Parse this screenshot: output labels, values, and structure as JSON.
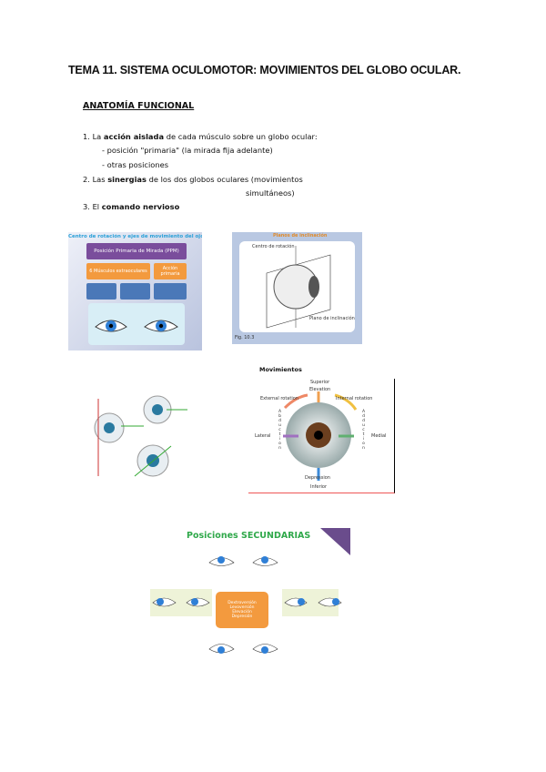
{
  "title": "TEMA 11. SISTEMA OCULOMOTOR: MOVIMIENTOS DEL GLOBO OCULAR.",
  "section": "ANATOMÍA FUNCIONAL",
  "list": [
    {
      "n": "1.",
      "pre": "La ",
      "bold": "acción aislada",
      "post": " de cada músculo sobre un globo ocular:"
    },
    {
      "sub": "- posición \"primaria\" (la mirada fija adelante)"
    },
    {
      "sub": "- otras posiciones"
    },
    {
      "n": "2.",
      "pre": "Las ",
      "bold": "sinergias",
      "post": " de los dos globos oculares (movimientos"
    },
    {
      "cont": "simultáneos)"
    },
    {
      "n": "3.",
      "pre": "El ",
      "bold": "comando nervioso",
      "post": ""
    }
  ],
  "fig1": {
    "title": "Centro de rotación y ejes de movimiento del ojo",
    "ppm": "Posición Primaria de Mirada (PPM)",
    "muscles": "6 Músculos extraoculares",
    "action": "Acción primaria"
  },
  "fig2": {
    "title": "Planos de inclinación",
    "center": "Centro de rotación",
    "plane": "Plano de inclinación",
    "caption": "Fig. 10.3"
  },
  "movements_label": "Movimientos",
  "fig4": {
    "superior": "Superior",
    "elevation": "Elevation",
    "ext_rot": "External rotation",
    "int_rot": "Internal rotation",
    "lateral": "Lateral",
    "medial": "Medial",
    "abduction": "Abduction",
    "adduction": "Adduction",
    "depression": "Depression",
    "inferior": "Inferior"
  },
  "fig5": {
    "title": "Posiciones SECUNDARIAS",
    "center_lines": [
      "Dextroversión",
      "Levoversión",
      "Elevación",
      "Depresión"
    ]
  },
  "colors": {
    "title_blue": "#2aa0d8",
    "purple": "#7a4d9c",
    "orange": "#f39a3e",
    "blue_box": "#4a78b8",
    "green": "#2fa84a"
  }
}
